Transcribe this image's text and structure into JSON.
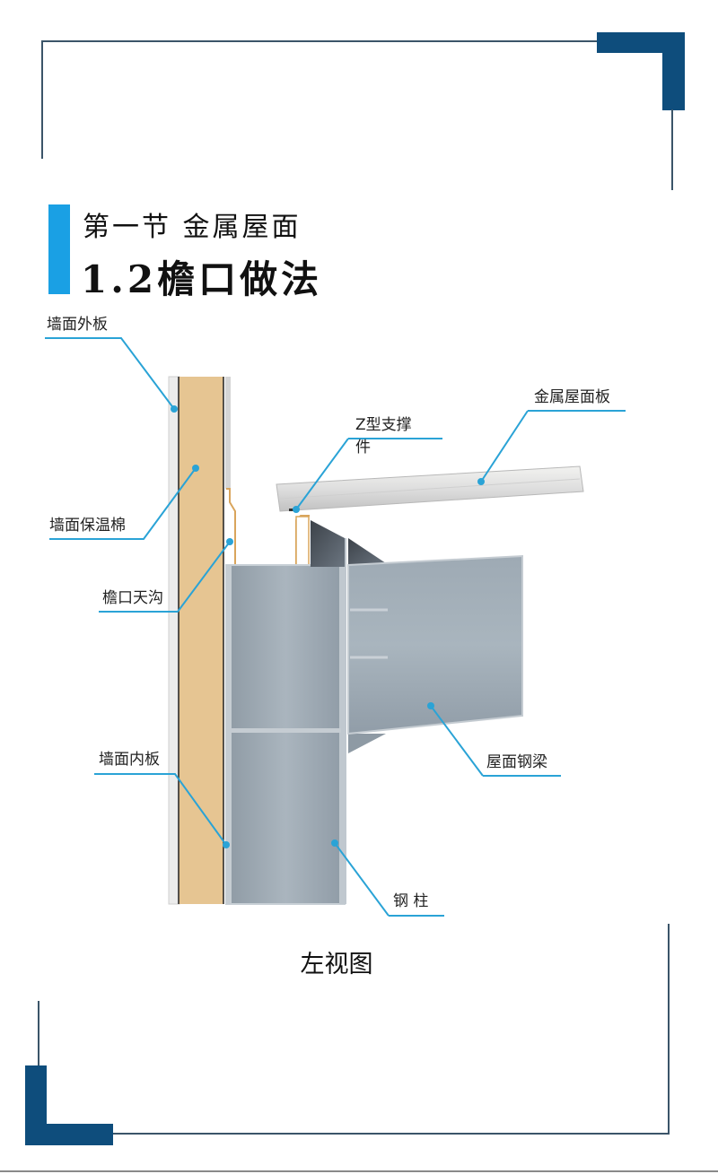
{
  "header": {
    "section": "第一节 金属屋面",
    "title": "1.2檐口做法"
  },
  "diagram": {
    "caption": "左视图",
    "labels": {
      "wall_outer_panel": "墙面外板",
      "z_support": "Z型支撑件",
      "z_support_line1": "Z型支撑",
      "z_support_line2": "件",
      "metal_roof_panel": "金属屋面板",
      "wall_insulation": "墙面保温棉",
      "eave_gutter": "檐口天沟",
      "wall_inner_panel": "墙面内板",
      "roof_steel_beam": "屋面钢梁",
      "steel_column": "钢 柱"
    }
  },
  "colors": {
    "frame_corner": "#0e4d7c",
    "frame_line": "#3b5569",
    "title_accent": "#1aa0e4",
    "leader_line": "#2aa3d6",
    "insulation": "#e6c592",
    "steel": "#a7b2bb",
    "gutter": "#d9a55c"
  }
}
